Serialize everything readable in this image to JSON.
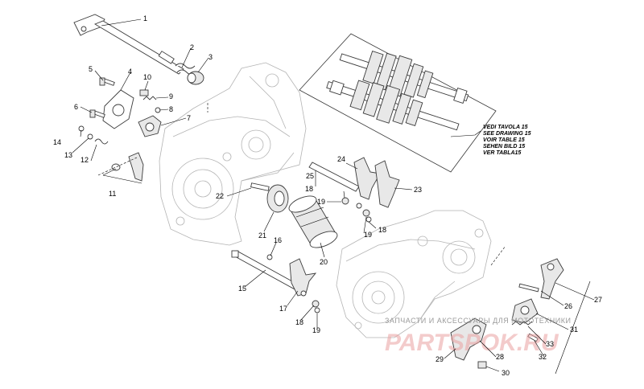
{
  "callouts": [
    {
      "id": "c1",
      "text": "1"
    },
    {
      "id": "c2",
      "text": "2"
    },
    {
      "id": "c3",
      "text": "3"
    },
    {
      "id": "c4",
      "text": "4"
    },
    {
      "id": "c5",
      "text": "5"
    },
    {
      "id": "c6",
      "text": "6"
    },
    {
      "id": "c7",
      "text": "7"
    },
    {
      "id": "c8",
      "text": "8"
    },
    {
      "id": "c9",
      "text": "9"
    },
    {
      "id": "c10",
      "text": "10"
    },
    {
      "id": "c11",
      "text": "11"
    },
    {
      "id": "c12",
      "text": "12"
    },
    {
      "id": "c13",
      "text": "13"
    },
    {
      "id": "c14",
      "text": "14"
    },
    {
      "id": "c15",
      "text": "15"
    },
    {
      "id": "c16",
      "text": "16"
    },
    {
      "id": "c17",
      "text": "17"
    },
    {
      "id": "c18a",
      "text": "18"
    },
    {
      "id": "c18b",
      "text": "18"
    },
    {
      "id": "c18c",
      "text": "18"
    },
    {
      "id": "c19a",
      "text": "19"
    },
    {
      "id": "c19b",
      "text": "19"
    },
    {
      "id": "c19c",
      "text": "19"
    },
    {
      "id": "c20",
      "text": "20"
    },
    {
      "id": "c21",
      "text": "21"
    },
    {
      "id": "c22",
      "text": "22"
    },
    {
      "id": "c23",
      "text": "23"
    },
    {
      "id": "c24",
      "text": "24"
    },
    {
      "id": "c25",
      "text": "25"
    },
    {
      "id": "c26",
      "text": "26"
    },
    {
      "id": "c27",
      "text": "27"
    },
    {
      "id": "c28",
      "text": "28"
    },
    {
      "id": "c29",
      "text": "29"
    },
    {
      "id": "c30",
      "text": "30"
    },
    {
      "id": "c31",
      "text": "31"
    },
    {
      "id": "c32",
      "text": "32"
    },
    {
      "id": "c33",
      "text": "33"
    }
  ],
  "reference_note": [
    "VEDI TAVOLA 15",
    "SEE DRAWING 15",
    "VOIR TABLE 15",
    "SEHEN BILD 15",
    "VER TABLA15"
  ],
  "watermark": {
    "tagline": "ЗАПЧАСТИ И АКСЕССУАРЫ ДЛЯ МОТОТЕХНИКИ",
    "brand": "PARTSPOK.RU",
    "color": "#e9a0a0"
  }
}
